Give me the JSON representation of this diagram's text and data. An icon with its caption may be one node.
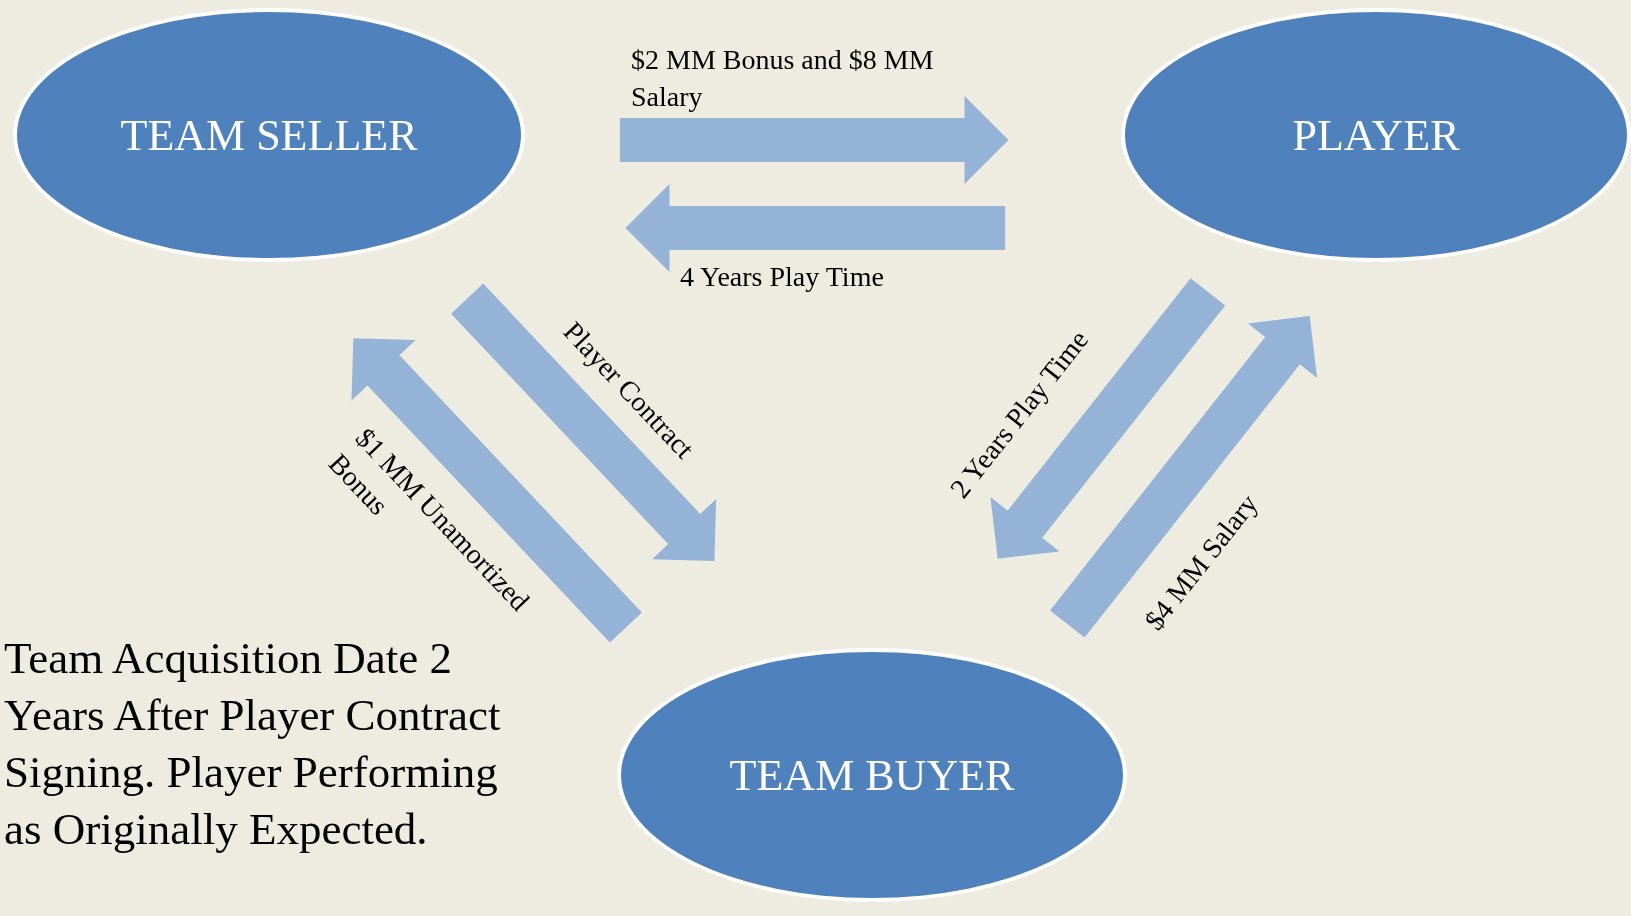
{
  "diagram": {
    "nodes": [
      {
        "text": [
          "TEAM SELLER"
        ]
      },
      {
        "text": [
          "PLAYER"
        ]
      },
      {
        "text": [
          "TEAM BUYER"
        ]
      }
    ],
    "edges": [
      {
        "from": 0,
        "to": 1,
        "arrow": "to",
        "label": "$2 MM Bonus and $8 MM Salary"
      },
      {
        "from": 1,
        "to": 0,
        "arrow": "to",
        "label": "4 Years Play Time"
      },
      {
        "from": 0,
        "to": 2,
        "arrow": "to",
        "label": "Player Contract"
      },
      {
        "from": 2,
        "to": 0,
        "arrow": "to",
        "label": "$1 MM Unamortized Bonus"
      },
      {
        "from": 1,
        "to": 2,
        "arrow": "to",
        "label": "2 Years Play Time"
      },
      {
        "from": 2,
        "to": 1,
        "arrow": "to",
        "label": "$4 MM Salary"
      }
    ],
    "labels": [
      "Team Acquisition Date 2 Years After Player Contract Signing. Player Performing as Originally Expected."
    ]
  }
}
